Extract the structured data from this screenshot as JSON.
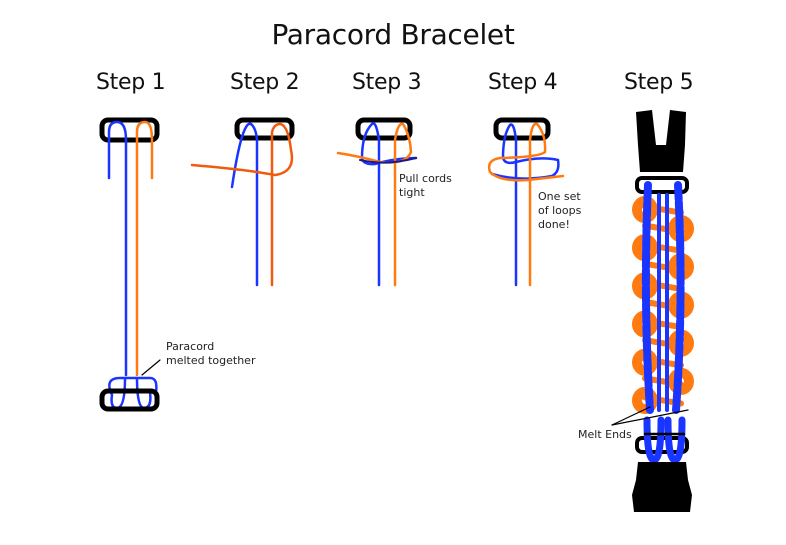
{
  "title": "Paracord Bracelet",
  "steps": [
    {
      "label": "Step 1",
      "note": "Paracord\nmelted together"
    },
    {
      "label": "Step 2"
    },
    {
      "label": "Step 3",
      "note": "Pull cords\ntight"
    },
    {
      "label": "Step 4",
      "note": "One set\nof loops\ndone!"
    },
    {
      "label": "Step 5",
      "note": "Melt Ends"
    }
  ],
  "colors": {
    "blue": "#1a35ff",
    "orange": "#ff7a10",
    "orange_dark": "#f05a0a",
    "navy": "#1a1a8c",
    "black": "#000000"
  }
}
